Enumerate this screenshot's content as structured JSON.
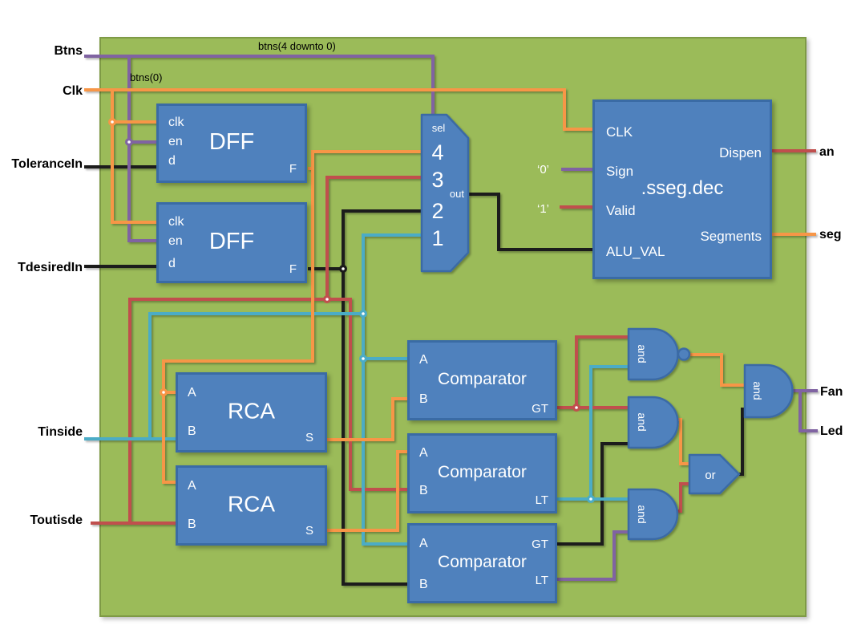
{
  "palette": {
    "background": "#FFFFFF",
    "canvas_green": "#9BBB59",
    "canvas_border": "#7E9A45",
    "block_fill": "#4F81BD",
    "block_border": "#3A6BA5",
    "block_text": "#FFFFFF",
    "wire_purple": "#8064A2",
    "wire_orange": "#F79646",
    "wire_red": "#C0504D",
    "wire_black": "#1A1A1A",
    "wire_cyan": "#4BACC6",
    "label_text": "#000000"
  },
  "pins": {
    "left": [
      {
        "label": "Btns",
        "wire_color": "purple"
      },
      {
        "label": "Clk",
        "wire_color": "orange"
      },
      {
        "label": "ToleranceIn",
        "wire_color": "black"
      },
      {
        "label": "TdesiredIn",
        "wire_color": "black"
      },
      {
        "label": "Tinside",
        "wire_color": "cyan"
      },
      {
        "label": "Toutisde",
        "wire_color": "red"
      }
    ],
    "right": [
      {
        "label": "an",
        "wire_color": "red"
      },
      {
        "label": "seg",
        "wire_color": "orange"
      },
      {
        "label": "Fan",
        "wire_color": "purple"
      },
      {
        "label": "Led",
        "wire_color": "purple"
      }
    ]
  },
  "wire_annotations": {
    "bus_label": "btns(4 downto 0)",
    "bit_label": "btns(0)",
    "const_zero": "‘0’",
    "const_one": "‘1’"
  },
  "mux": {
    "sel_label": "sel",
    "out_label": "out",
    "inputs": [
      "4",
      "3",
      "2",
      "1"
    ]
  },
  "blocks": {
    "dff1": {
      "title": "DFF",
      "ports_left": [
        "clk",
        "en",
        "d"
      ],
      "port_out": "F"
    },
    "dff2": {
      "title": "DFF",
      "ports_left": [
        "clk",
        "en",
        "d"
      ],
      "port_out": "F"
    },
    "sseg": {
      "title": ".sseg.dec",
      "ports_left": [
        "CLK",
        "Sign",
        "Valid",
        "ALU_VAL"
      ],
      "ports_right": [
        "Dispen",
        "Segments"
      ]
    },
    "rca1": {
      "title": "RCA",
      "ports_left": [
        "A",
        "B"
      ],
      "port_out": "S"
    },
    "rca2": {
      "title": "RCA",
      "ports_left": [
        "A",
        "B"
      ],
      "port_out": "S"
    },
    "comp1": {
      "title": "Comparator",
      "ports_left": [
        "A",
        "B"
      ],
      "port_out": "GT"
    },
    "comp2": {
      "title": "Comparator",
      "ports_left": [
        "A",
        "B"
      ],
      "port_out": "LT"
    },
    "comp3": {
      "title": "Comparator",
      "ports_left": [
        "A",
        "B"
      ],
      "ports_right": [
        "GT",
        "LT"
      ]
    }
  },
  "gates": {
    "nand": "and",
    "and_mid": "and",
    "and_low": "and",
    "and_out": "and",
    "or_gate": "or"
  }
}
